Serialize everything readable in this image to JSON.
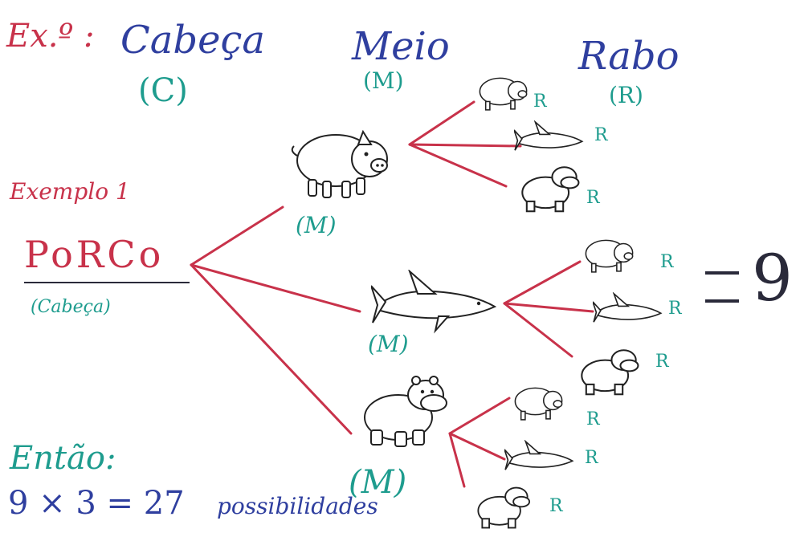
{
  "header": {
    "example_prefix": "Ex.º :",
    "col_head": "Cabeça",
    "col_head_abbr": "(C)",
    "col_middle": "Meio",
    "col_middle_abbr": "(M)",
    "col_tail": "Rabo",
    "col_tail_abbr": "(R)"
  },
  "example": {
    "title": "Exemplo 1",
    "root_word": "PoRCo",
    "root_caption": "(Cabeça)"
  },
  "middle_nodes": [
    {
      "animal": "pig",
      "tag": "(M)"
    },
    {
      "animal": "shark",
      "tag": "(M)"
    },
    {
      "animal": "hippo",
      "tag": "(M)"
    }
  ],
  "leaf_tag": "R",
  "result": "= 9",
  "conclusion": {
    "label": "Então:",
    "formula": "9 × 3 = 27",
    "suffix": "possibilidades"
  },
  "colors": {
    "lines": "#c8324a",
    "heading": "#2f3f9f",
    "tags": "#1e9c8e"
  }
}
